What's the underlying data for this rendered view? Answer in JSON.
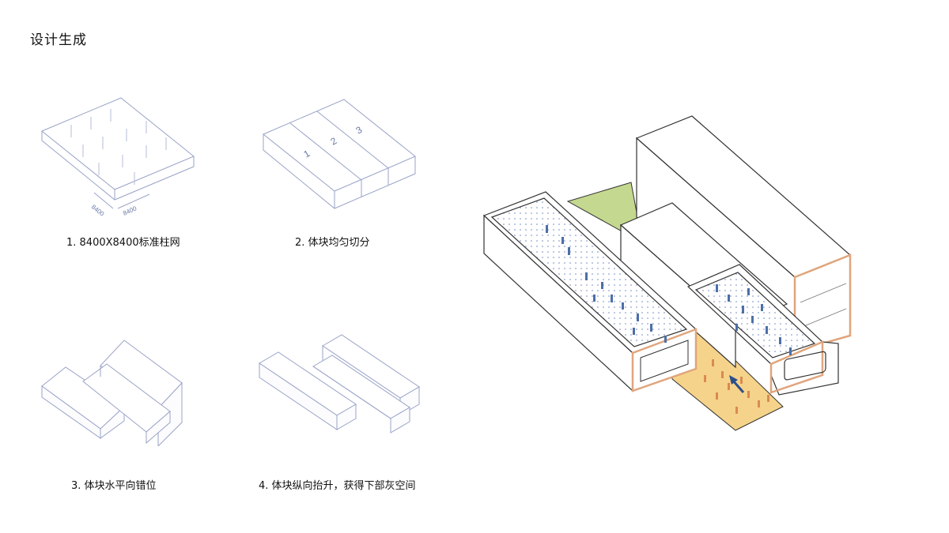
{
  "title": "设计生成",
  "steps": [
    {
      "caption": "1. 8400X8400标准柱网",
      "dims": [
        "8400",
        "8400"
      ]
    },
    {
      "caption": "2. 体块均匀切分",
      "marks": [
        "1",
        "2",
        "3"
      ]
    },
    {
      "caption": "3. 体块水平向错位"
    },
    {
      "caption": "4. 体块纵向抬升，获得下部灰空间"
    }
  ],
  "colors": {
    "outline": "#9aa3c7",
    "dark_outline": "#333333",
    "courtyard_green": "#c4d88f",
    "ground_yellow": "#f6d38a",
    "tube_frame": "#e0a57c",
    "people_blue": "#4d6fa8",
    "people_orange": "#d98a52"
  }
}
